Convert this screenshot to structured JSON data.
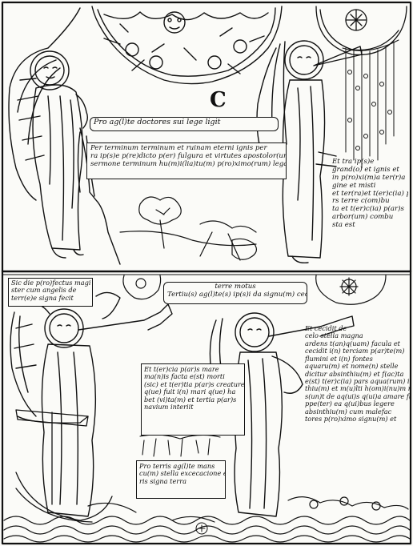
{
  "initial_letter": "C",
  "upper_panel": {
    "banner_heading": "Pro ag(l)te doctores sui lege ligit",
    "caption_under_heading": [
      "Per terminum terminum et ruinam eterni ignis per",
      "ra ip(s)e p(re)dicto p(er) fulgura et virtutes apostolor(um)",
      "sermone terminum hu(m)i(lia)tu(m) p(ro)ximo(rum) lega(n)t"
    ],
    "right_column_text": [
      "Et tra ip(s)e",
      "grand(o) et ignis et",
      "in p(ro)xi(m)a ter(r)a",
      "gine et misti",
      "et ter(ra)et t(er)c(ia) pa",
      "rs terre c(om)bu",
      "ta et t(er)c(ia) p(ar)s",
      "arbor(um) combu",
      "sta est"
    ]
  },
  "lower_panel": {
    "left_label": [
      "Sic die p(ro)fectus magi",
      "ster cum angelis de",
      "terr(e)e signa fecit"
    ],
    "center_heading": [
      "terre motus",
      "Tertiu(s) ag(l)te(s) ip(s)i da signu(m) cecit"
    ],
    "right_column_text": [
      "Et cecidit de",
      "celo stella magna",
      "ardens t(an)q(uam) facula et",
      "cecidit i(n) terciam p(ar)te(m)",
      "flumini et i(n) fontes",
      "aquaru(m) et nome(n) stelle",
      "dicitur absinthiu(m) et f(ac)ta",
      "e(st) t(er)c(ia) pars aqua(rum) i(n) absin",
      "thiu(m) et m(u)lti h(om)i(nu)m mortui",
      "s(un)t de aq(ui)s q(ui)a amare f(ac)te s(un)t",
      "ppe(ter) ea q(ui)bus legere",
      "absinthiu(m) cum malefac",
      "tores p(ro)ximo signu(m) et"
    ],
    "center_text": [
      "Et t(er)cia p(ar)s mare",
      "ma(n)is facta e(st) morti",
      "(sic) et t(er)tia p(ar)s creature",
      "q(ue) fuit i(n) mari q(ue) ha",
      "bet (vi)ta(m) et tertia p(ar)s",
      "navium interiit"
    ],
    "bottom_left_text": [
      "Pro terris ag(l)te mans",
      "cu(m) stella excecacione elect",
      "ris signa terra"
    ]
  }
}
